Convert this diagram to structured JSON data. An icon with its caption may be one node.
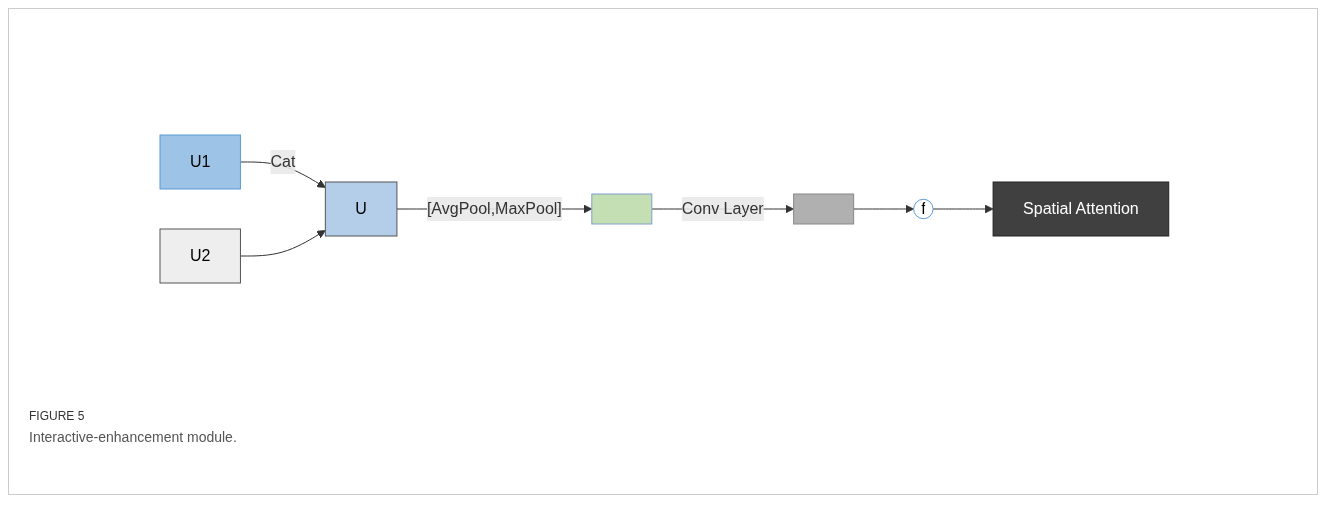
{
  "diagram": {
    "caption": "Interactive-enhancement module.",
    "nodes": [
      {
        "text": [
          "U1"
        ]
      },
      {
        "text": [
          "U2"
        ]
      },
      {
        "text": [
          "U"
        ]
      },
      {
        "text": [],
        "shape": "box"
      },
      {
        "text": [],
        "shape": "box"
      },
      {
        "text": [
          "f"
        ]
      },
      {
        "text": [
          "Spatial Attention"
        ]
      }
    ],
    "edges": [
      {
        "from": 0,
        "to": 2,
        "arrow": "to",
        "label": "Cat"
      },
      {
        "from": 1,
        "to": 2,
        "arrow": "to"
      },
      {
        "from": 2,
        "to": 3,
        "arrow": "to",
        "label": "[AvgPool,MaxPool]"
      },
      {
        "from": 3,
        "to": 4,
        "arrow": "to",
        "label": "Conv Layer"
      },
      {
        "from": 4,
        "to": 5,
        "arrow": "to"
      },
      {
        "from": 5,
        "to": 6,
        "arrow": "to"
      }
    ],
    "labels": [
      "FIGURE 5"
    ]
  }
}
